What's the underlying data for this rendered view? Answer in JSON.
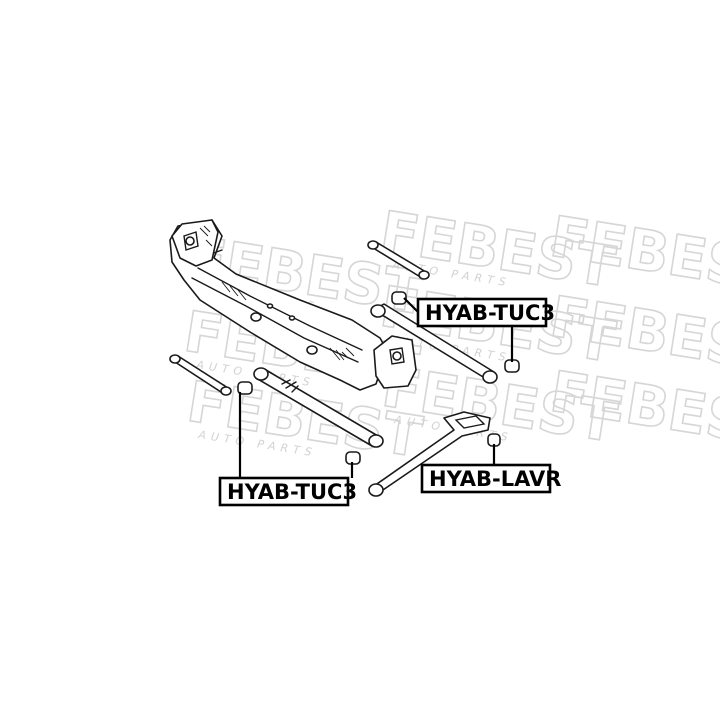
{
  "watermark": {
    "brand": "FEBEST",
    "tagline": "AUTO PARTS"
  },
  "callouts": [
    {
      "label": "HYAB-TUC3"
    },
    {
      "label": "HYAB-TUC3"
    },
    {
      "label": "HYAB-LAVR"
    }
  ],
  "colors": {
    "line": "#1a1a1a",
    "watermark": "#d6d6d6",
    "background": "#ffffff"
  }
}
